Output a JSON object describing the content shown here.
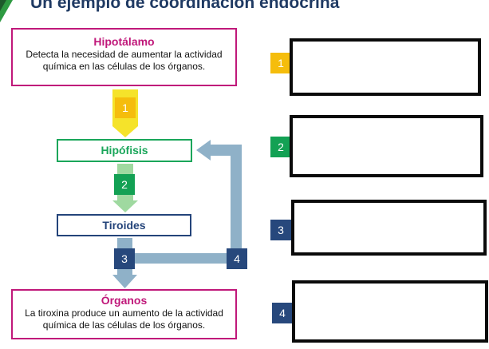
{
  "title": "Un ejemplo de coordinación endocrina",
  "diagram": {
    "hipotalamo": {
      "heading": "Hipotálamo",
      "text_line1": "Detecta la necesidad de aumentar la actividad",
      "text_line2": "química en las células de los órganos."
    },
    "hipofisis": {
      "label": "Hipófisis"
    },
    "tiroides": {
      "label": "Tiroides"
    },
    "organos": {
      "heading": "Órganos",
      "text_line1": "La tiroxina produce un aumento de la actividad",
      "text_line2": "química de las células de los órganos."
    },
    "step_badges": [
      "1",
      "2",
      "3",
      "4"
    ]
  },
  "answers": [
    {
      "number": "1"
    },
    {
      "number": "2"
    },
    {
      "number": "3"
    },
    {
      "number": "4"
    }
  ],
  "colors": {
    "title": "#1f3a63",
    "magenta": "#c0187a",
    "green": "#1aa65a",
    "navy": "#27487c",
    "yellow": "#f5bd0c",
    "feedback_arrow": "#8fb1c8"
  }
}
